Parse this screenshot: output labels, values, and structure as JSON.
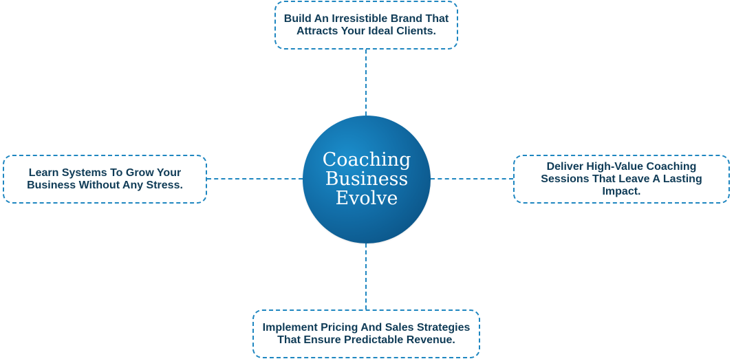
{
  "center": {
    "title_line1": "Coaching",
    "title_line2": "Business",
    "title_line3": "Evolve"
  },
  "nodes": {
    "top": "Build An Irresistible Brand That Attracts Your Ideal Clients.",
    "left": "Learn Systems To Grow Your Business Without Any Stress.",
    "right": "Deliver High-Value Coaching Sessions That Leave A Lasting Impact.",
    "bottom": "Implement Pricing And Sales Strategies That Ensure Predictable Revenue."
  },
  "colors": {
    "dash_line": "#1e86c0",
    "text": "#0f3b56",
    "circle_light": "#1b8fcd",
    "circle_dark": "#084877"
  }
}
